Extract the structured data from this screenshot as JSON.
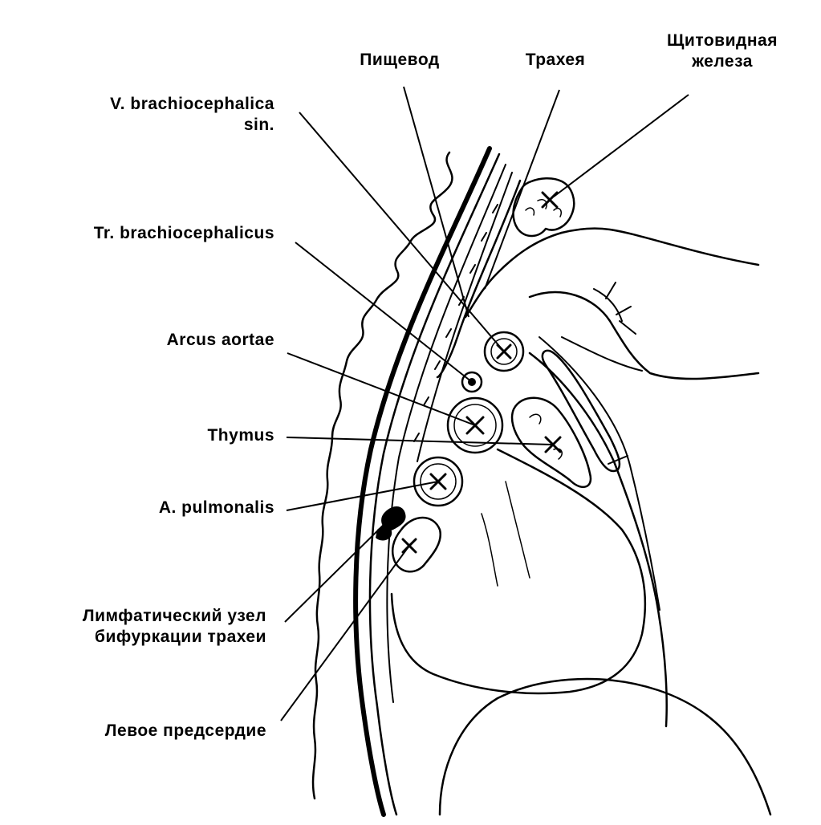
{
  "labels": {
    "esophagus": "Пищевод",
    "trachea": "Трахея",
    "thyroid_line1": "Щитовидная",
    "thyroid_line2": "железа",
    "v_brachio_line1": "V. brachiocephalica",
    "v_brachio_line2": "sin.",
    "tr_brachio": "Tr. brachiocephalicus",
    "arcus_aortae": "Arcus aortae",
    "thymus": "Thymus",
    "a_pulmonalis": "A. pulmonalis",
    "lymph_line1": "Лимфатический узел",
    "lymph_line2": "бифуркации трахеи",
    "left_atrium": "Левое предсердие"
  },
  "colors": {
    "ink": "#000000",
    "paper": "#ffffff"
  }
}
